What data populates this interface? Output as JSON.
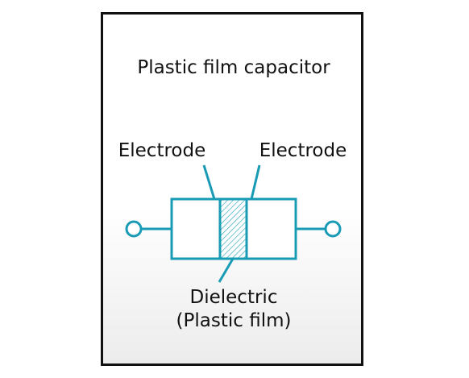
{
  "diagram": {
    "title": "Plastic film capacitor",
    "labels": {
      "electrode_left": "Electrode",
      "electrode_right": "Electrode",
      "dielectric_line1": "Dielectric",
      "dielectric_line2": "(Plastic film)"
    },
    "colors": {
      "stroke": "#1a9bb5",
      "frame": "#111111",
      "text": "#111111"
    }
  }
}
